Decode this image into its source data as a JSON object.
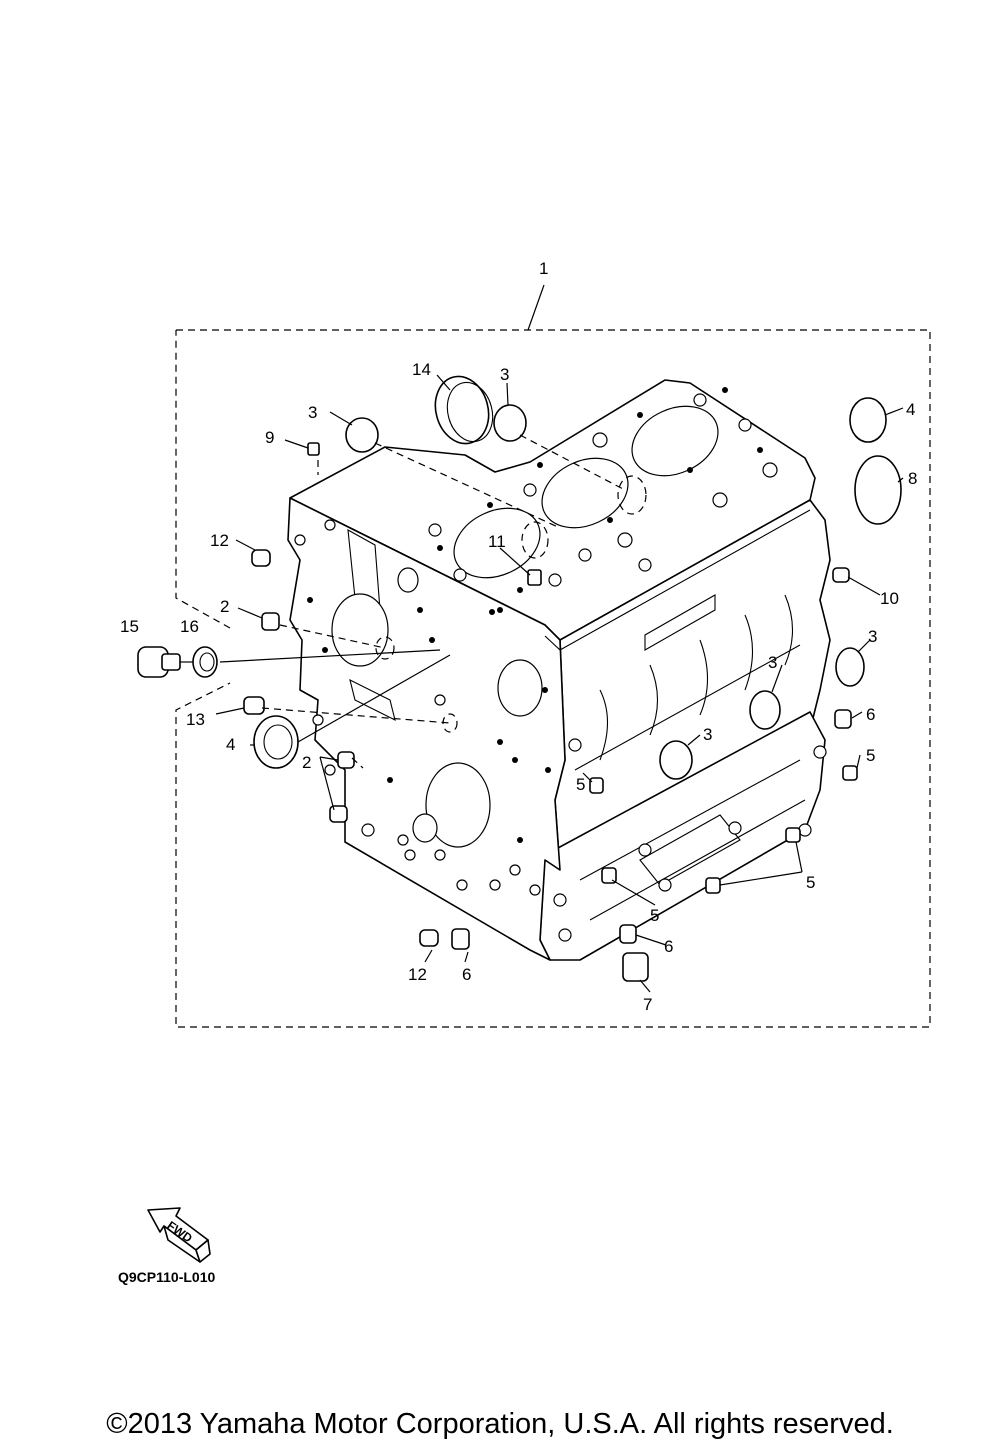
{
  "callouts": [
    {
      "id": "c1",
      "label": "1"
    },
    {
      "id": "c2a",
      "label": "2"
    },
    {
      "id": "c2b",
      "label": "2"
    },
    {
      "id": "c3a",
      "label": "3"
    },
    {
      "id": "c3b",
      "label": "3"
    },
    {
      "id": "c3c",
      "label": "3"
    },
    {
      "id": "c3d",
      "label": "3"
    },
    {
      "id": "c3e",
      "label": "3"
    },
    {
      "id": "c4a",
      "label": "4"
    },
    {
      "id": "c4b",
      "label": "4"
    },
    {
      "id": "c5a",
      "label": "5"
    },
    {
      "id": "c5b",
      "label": "5"
    },
    {
      "id": "c5c",
      "label": "5"
    },
    {
      "id": "c5d",
      "label": "5"
    },
    {
      "id": "c6a",
      "label": "6"
    },
    {
      "id": "c6b",
      "label": "6"
    },
    {
      "id": "c6c",
      "label": "6"
    },
    {
      "id": "c7",
      "label": "7"
    },
    {
      "id": "c8",
      "label": "8"
    },
    {
      "id": "c9",
      "label": "9"
    },
    {
      "id": "c10",
      "label": "10"
    },
    {
      "id": "c11",
      "label": "11"
    },
    {
      "id": "c12a",
      "label": "12"
    },
    {
      "id": "c12b",
      "label": "12"
    },
    {
      "id": "c13",
      "label": "13"
    },
    {
      "id": "c14",
      "label": "14"
    },
    {
      "id": "c15",
      "label": "15"
    },
    {
      "id": "c16",
      "label": "16"
    }
  ],
  "fwd_label": "FWD",
  "ref_code": "Q9CP110-L010",
  "copyright": "©2013 Yamaha Motor Corporation, U.S.A. All rights reserved."
}
